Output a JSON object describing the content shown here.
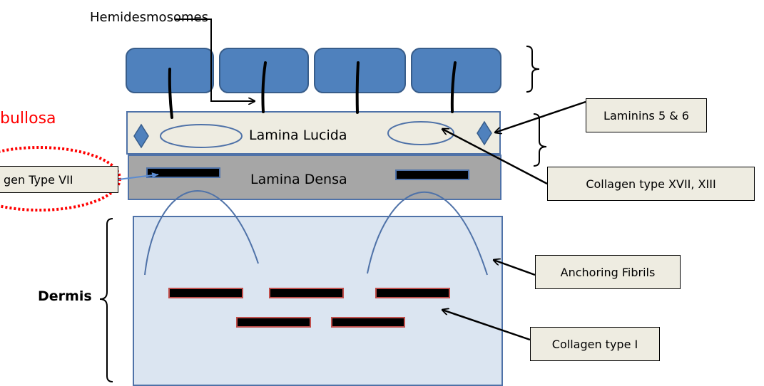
{
  "labels": {
    "hemidesmosomes": "Hemidesmosomes",
    "bullosa_fragment": "bullosa",
    "lamina_lucida": "Lamina Lucida",
    "lamina_densa": "Lamina Densa",
    "dermis": "Dermis"
  },
  "callouts": {
    "collagen_vii": "gen Type VII",
    "laminins": "Laminins 5 & 6",
    "collagen_xvii": "Collagen type XVII, XIII",
    "anchoring_fibrils": "Anchoring Fibrils",
    "collagen_i": "Collagen type I"
  },
  "colors": {
    "keratinocyte_fill": "#4f81bd",
    "keratinocyte_border": "#385d8a",
    "lucida_fill": "#eeece1",
    "densa_fill": "#a6a6a6",
    "dermis_fill": "#dbe5f1",
    "fibril_line": "#4f72a8",
    "highlight_red": "#ff0000",
    "collagen_i_border": "#c0504d"
  }
}
